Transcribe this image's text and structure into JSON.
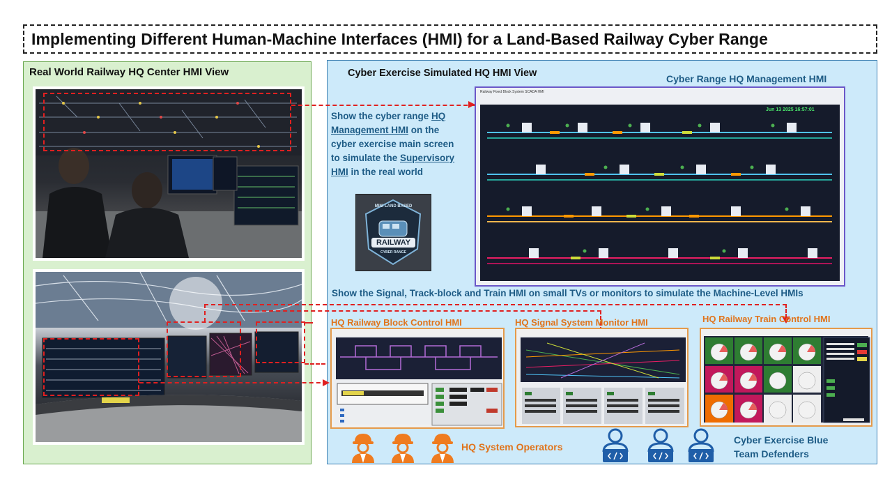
{
  "title": "Implementing Different Human-Machine Interfaces (HMI) for a Land-Based Railway Cyber Range",
  "left_panel": {
    "heading": "Real World Railway HQ Center HMI View"
  },
  "right_panel": {
    "heading": "Cyber Exercise Simulated HQ HMI View",
    "main_hmi_label": "Cyber Range HQ Management HMI",
    "desc": {
      "l1a": "Show the cyber range ",
      "l1b": "HQ",
      "l2a": "Management HMI",
      "l2b": " on the",
      "l3": "cyber exercise main screen",
      "l4a": "to simulate the ",
      "l4b": "Supervisory",
      "l5a": "HMI",
      "l5b": " in the real world"
    },
    "machine_level_text": "Show the Signal, Track-block and Train HMI on small TVs or monitors  to simulate the Machine-Level HMIs",
    "block_hmi_label": "HQ Railway Block Control HMI",
    "signal_hmi_label": "HQ Signal System Monitor HMI",
    "train_hmi_label": "HQ Railway Train Control HMI",
    "operators_label": "HQ System Operators",
    "defenders_label_1": "Cyber Exercise Blue",
    "defenders_label_2": "Team Defenders"
  },
  "logo": {
    "top_text": "MINI LAND BASED",
    "main_text": "RAILWAY",
    "sub_text": "CYBER RANGE"
  },
  "main_screen": {
    "window_title": "Railway Fixed Block System SCADA HMI",
    "timestamp": "Jun 13 2025 16:57:01"
  },
  "colors": {
    "orange": "#e0741c",
    "blue_text": "#1e5c86",
    "red_dash": "#e02020",
    "left_bg": "#d9f0cf",
    "right_bg": "#cdeafa"
  }
}
